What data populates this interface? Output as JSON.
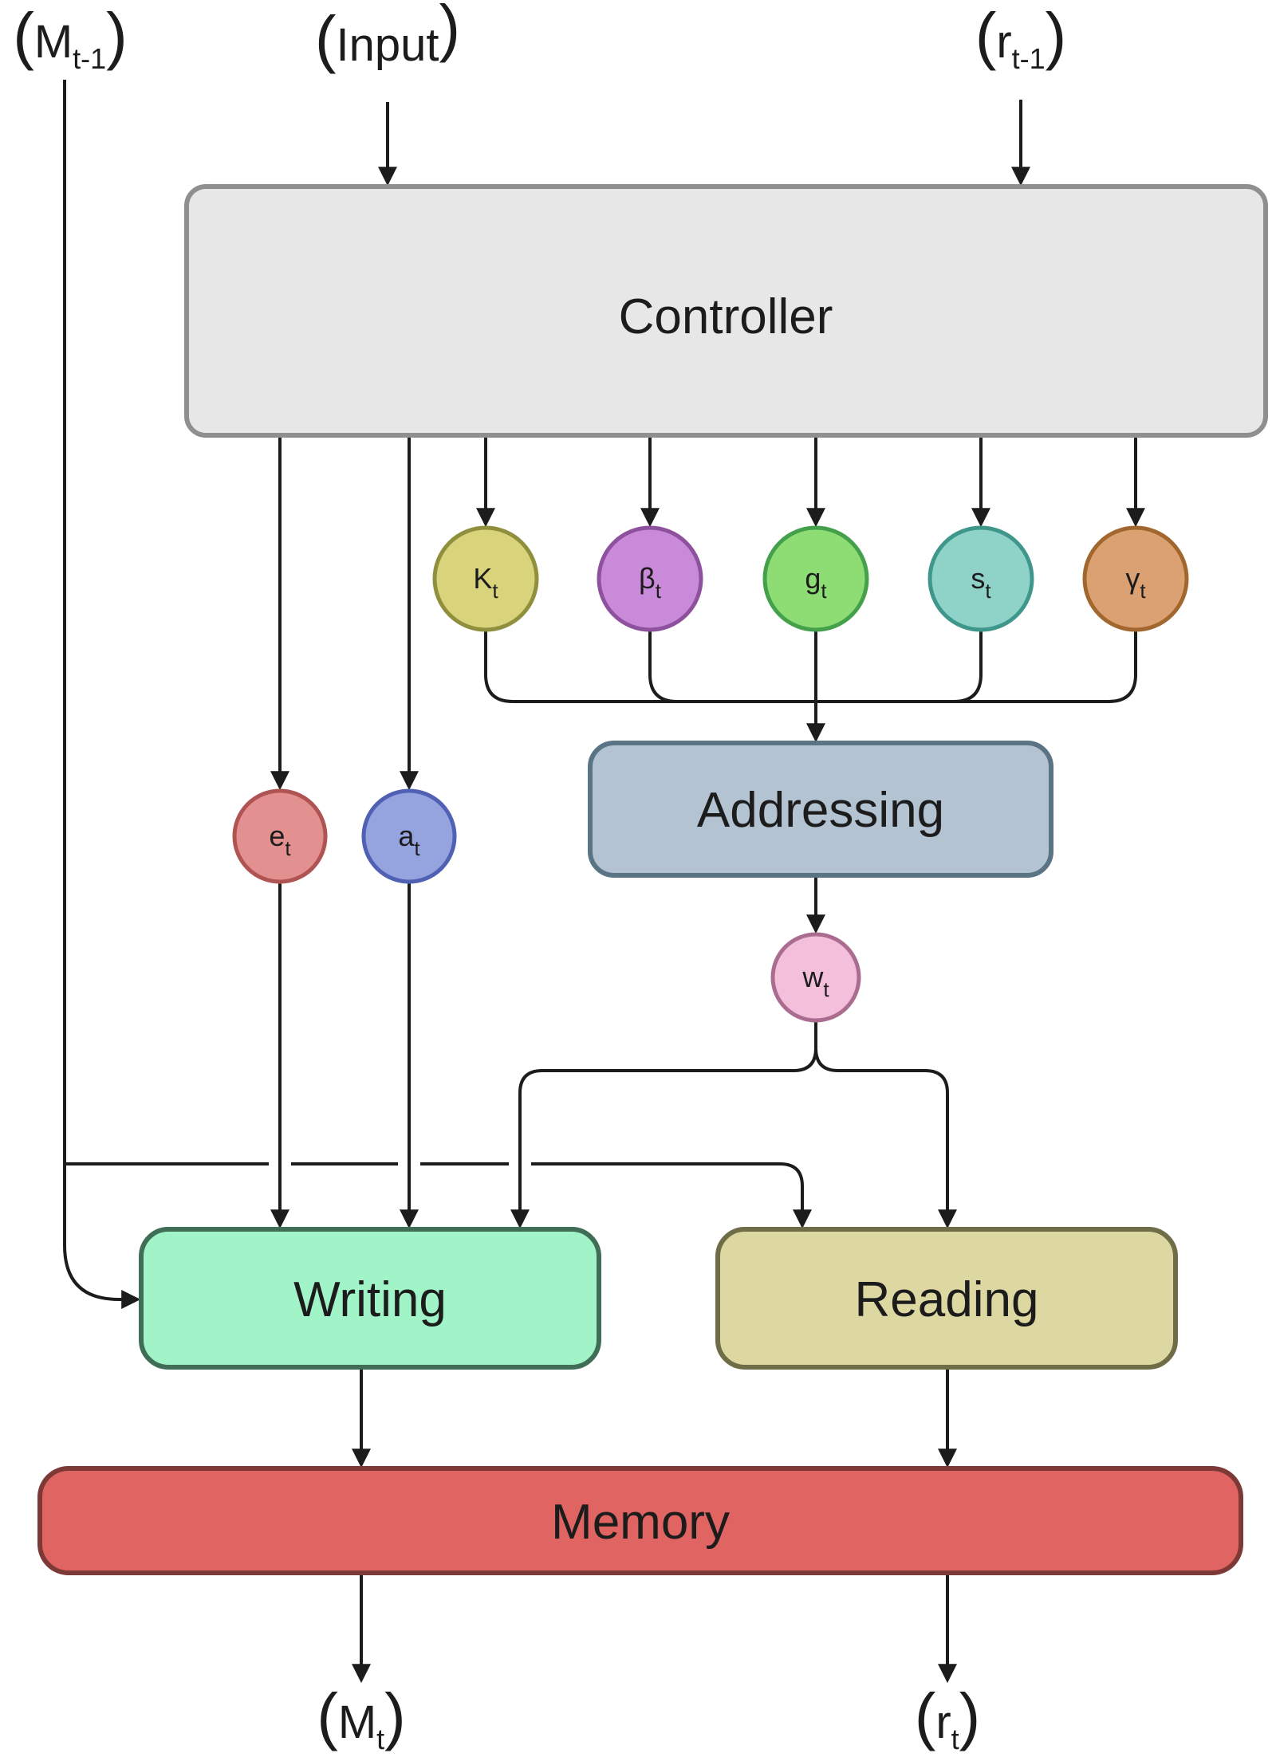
{
  "canvas": {
    "background": "#ffffff",
    "line_color": "#1c1c1c",
    "text_color": "#1c1c1c"
  },
  "terminals": {
    "m_prev": {
      "open": "(",
      "main": "M",
      "sub": "t-1",
      "close": ")"
    },
    "input": {
      "open": "(",
      "main": "Input",
      "sub": "",
      "close": ")"
    },
    "r_prev": {
      "open": "(",
      "main": "r",
      "sub": "t-1",
      "close": ")"
    },
    "m_out": {
      "open": "(",
      "main": "M",
      "sub": "t",
      "close": ")"
    },
    "r_out": {
      "open": "(",
      "main": "r",
      "sub": "t",
      "close": ")"
    }
  },
  "blocks": {
    "controller": {
      "label": "Controller",
      "fill": "#e7e7e7"
    },
    "addressing": {
      "label": "Addressing",
      "fill": "#b3c3d2"
    },
    "writing": {
      "label": "Writing",
      "fill": "#a0f4c8"
    },
    "reading": {
      "label": "Reading",
      "fill": "#ddd8a2"
    },
    "memory": {
      "label": "Memory",
      "fill": "#e06461"
    }
  },
  "gates": [
    {
      "main": "K",
      "sub": "t",
      "fill": "#d9d37b"
    },
    {
      "main": "β",
      "sub": "t",
      "fill": "#c98bd9"
    },
    {
      "main": "g",
      "sub": "t",
      "fill": "#8edc74"
    },
    {
      "main": "s",
      "sub": "t",
      "fill": "#8fd2c8"
    },
    {
      "main": "γ",
      "sub": "t",
      "fill": "#dba173"
    }
  ],
  "signals": [
    {
      "main": "e",
      "sub": "t",
      "fill": "#e39090"
    },
    {
      "main": "a",
      "sub": "t",
      "fill": "#95a4df"
    },
    {
      "main": "w",
      "sub": "t",
      "fill": "#f3bfdb"
    }
  ]
}
